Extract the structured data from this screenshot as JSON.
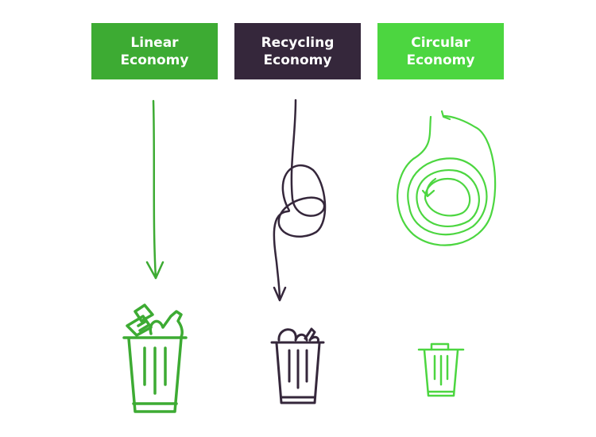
{
  "colors": {
    "linear": "#3dab33",
    "recycling": "#35273b",
    "circular": "#4cd640"
  },
  "columns": [
    {
      "line1": "Linear",
      "line2": "Economy",
      "flow": "straight-arrow",
      "bin": "full-trash-bin"
    },
    {
      "line1": "Recycling",
      "line2": "Economy",
      "flow": "looped-arrow",
      "bin": "partial-trash-bin"
    },
    {
      "line1": "Circular",
      "line2": "Economy",
      "flow": "circular-arrow",
      "bin": "empty-trash-bin"
    }
  ]
}
